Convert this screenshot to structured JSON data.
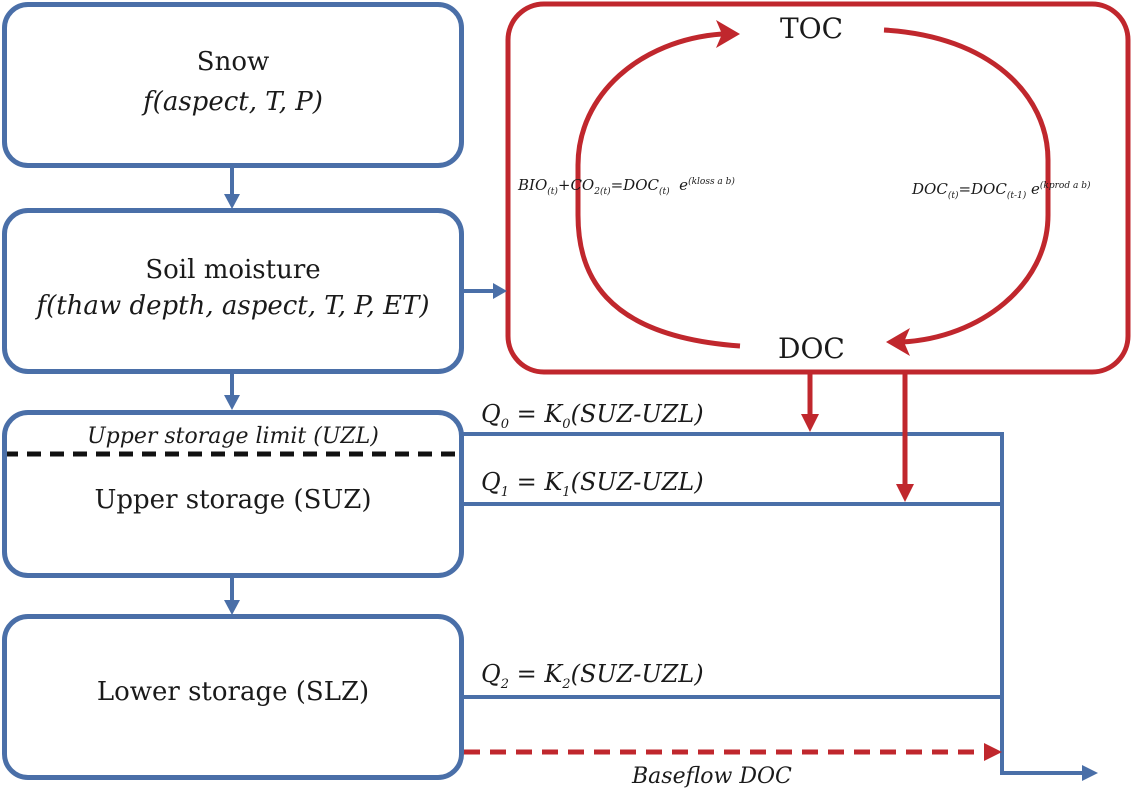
{
  "snow": {
    "title": "Snow",
    "sub": "f(aspect,  T,  P)"
  },
  "soil": {
    "title": "Soil moisture",
    "sub": "f(thaw depth,  aspect,  T,  P,  ET)"
  },
  "upper": {
    "limit": "Upper storage limit (UZL)",
    "title": "Upper storage (SUZ)"
  },
  "lower": {
    "title": "Lower storage (SLZ)"
  },
  "carbon": {
    "toc": "TOC",
    "doc": "DOC",
    "left_formula": {
      "a": "BIO",
      "a_sub": "(t)",
      "b": "+CO",
      "b_sub": "2(t)",
      "c": "=DOC",
      "c_sub": "(t)",
      "e": "e",
      "e_sup": "(kloss a b)"
    },
    "right_formula": {
      "a": "DOC",
      "a_sub": "(t)",
      "b": "=DOC",
      "b_sub": "(t-1)",
      "e": "e",
      "e_sup": "(kprod a b)"
    }
  },
  "flows": {
    "q0": {
      "q": "Q",
      "qs": "0",
      "k": "K",
      "ks": "0",
      "expr": "(SUZ-UZL)"
    },
    "q1": {
      "q": "Q",
      "qs": "1",
      "k": "K",
      "ks": "1",
      "expr": "(SUZ-UZL)"
    },
    "q2": {
      "q": "Q",
      "qs": "2",
      "k": "K",
      "ks": "2",
      "expr": "(SUZ-UZL)"
    },
    "eq_sign": "=",
    "baseflow": "Baseflow DOC"
  },
  "colors": {
    "blue": "#4a6fa8",
    "red": "#c0272d",
    "black": "#111111"
  }
}
